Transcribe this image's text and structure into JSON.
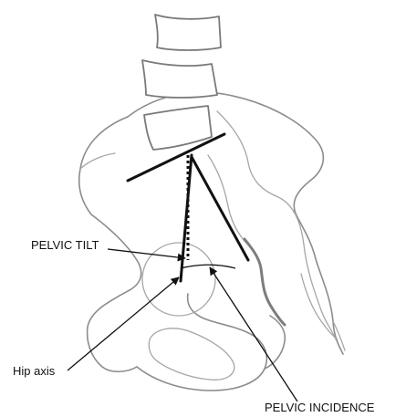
{
  "labels": {
    "pelvic_tilt": "PELVIC TILT",
    "hip_axis": "Hip axis",
    "pelvic_incidence": "PELVIC INCIDENCE"
  },
  "colors": {
    "outline": "#8c8c8c",
    "lines": "#111111",
    "background": "#ffffff"
  }
}
